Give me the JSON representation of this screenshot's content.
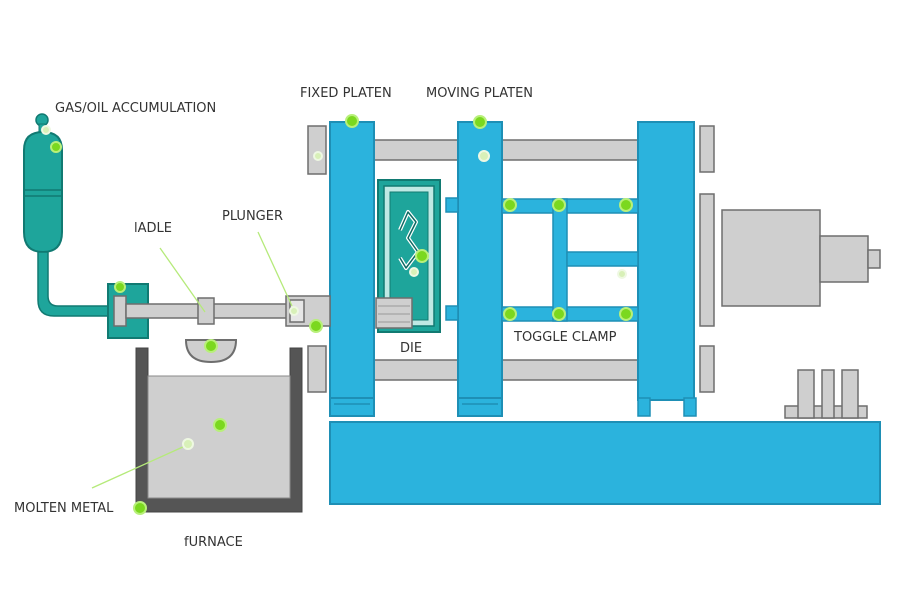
{
  "labels": {
    "gas_oil": "GAS/OIL ACCUMULATION",
    "fixed_platen": "FIXED PLATEN",
    "moving_platen": "MOVING PLATEN",
    "ladle": "lADLE",
    "plunger": "PLUNGER",
    "die": "DIE",
    "toggle_clamp": "TOGGLE CLAMP",
    "molten_metal": "MOLTEN METAL",
    "furnace": "fURNACE"
  },
  "colors": {
    "machine_blue": "#2bb3dd",
    "machine_blue_dark": "#1e8fb5",
    "accumulator_teal": "#1ea59b",
    "gray_part": "#cfcfcf",
    "gray_outline": "#6e6e6e",
    "furnace_wall": "#555555",
    "marker_green": "#7bd81f"
  }
}
